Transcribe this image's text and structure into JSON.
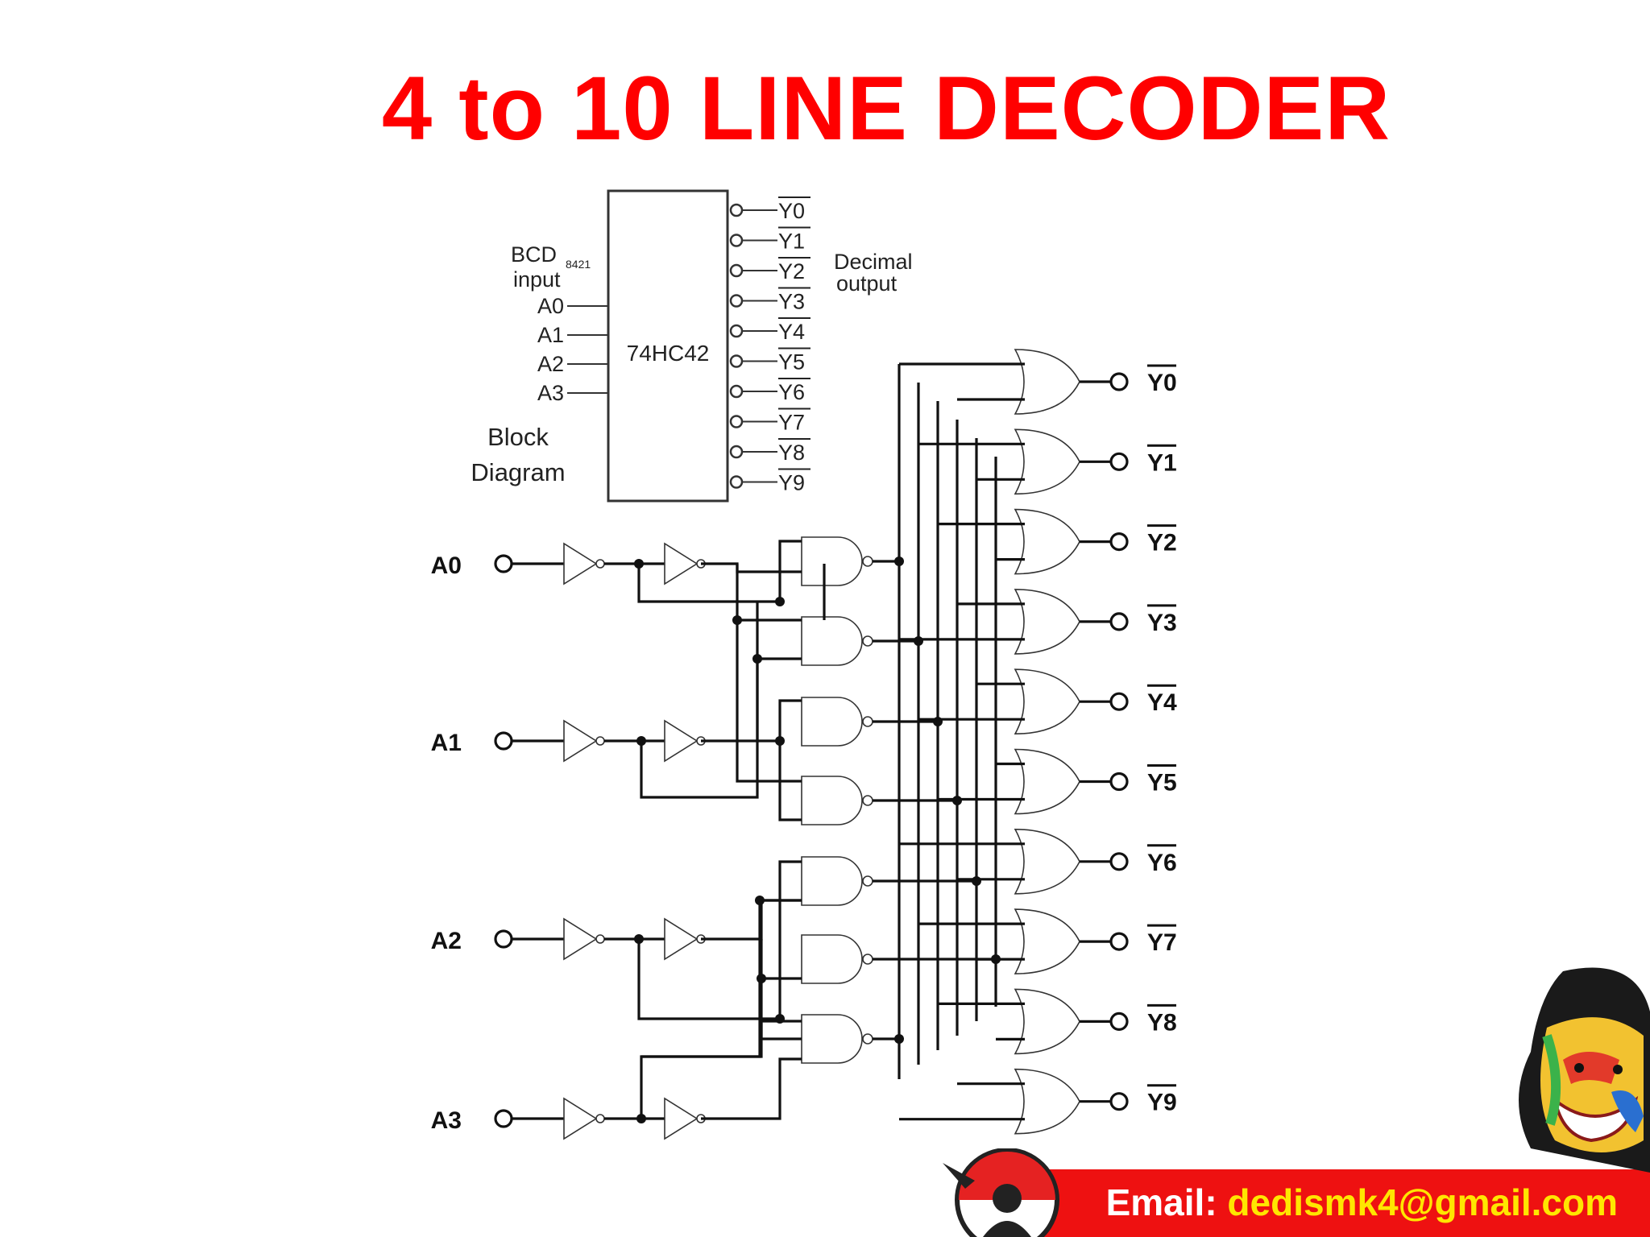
{
  "title": "4 to 10 LINE DECODER",
  "block": {
    "chip": "74HC42",
    "bcd_label": "BCD",
    "bcd_sub": "8421",
    "input_label": "input",
    "inputs": [
      "A0",
      "A1",
      "A2",
      "A3"
    ],
    "outputs": [
      "Y0",
      "Y1",
      "Y2",
      "Y3",
      "Y4",
      "Y5",
      "Y6",
      "Y7",
      "Y8",
      "Y9"
    ],
    "output_label_1": "Decimal",
    "output_label_2": "output",
    "caption_1": "Block",
    "caption_2": "Diagram"
  },
  "logic": {
    "inputs": [
      "A0",
      "A1",
      "A2",
      "A3"
    ],
    "outputs": [
      "Y0",
      "Y1",
      "Y2",
      "Y3",
      "Y4",
      "Y5",
      "Y6",
      "Y7",
      "Y8",
      "Y9"
    ]
  },
  "footer": {
    "email_label": "Email: ",
    "email": "dedismk4@gmail.com",
    "bar_color": "#ee1111",
    "email_color": "#ffe600"
  },
  "colors": {
    "title": "#ff0000"
  }
}
